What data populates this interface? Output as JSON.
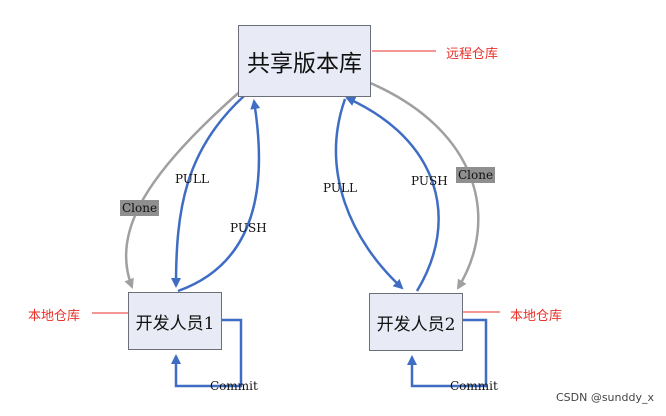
{
  "nodes": {
    "central_repo": "共享版本库",
    "developer_1": "开发人员1",
    "developer_2": "开发人员2"
  },
  "annotations": {
    "remote_repo": "远程仓库",
    "local_repo_left": "本地仓库",
    "local_repo_right": "本地仓库"
  },
  "edge_labels": {
    "pull_left": "PULL",
    "push_left": "PUSH",
    "pull_right": "PULL",
    "push_right": "PUSH",
    "clone_left": "Clone",
    "clone_right": "Clone",
    "commit_left": "Commit",
    "commit_right": "Commit"
  },
  "watermark": "CSDN @sunddy_x",
  "colors": {
    "box_fill": "#e8ebf5",
    "box_border": "#6d6f78",
    "blue_arrow": "#3f6dc4",
    "gray_arrow": "#a0a0a0",
    "annotation": "#e8312b"
  }
}
